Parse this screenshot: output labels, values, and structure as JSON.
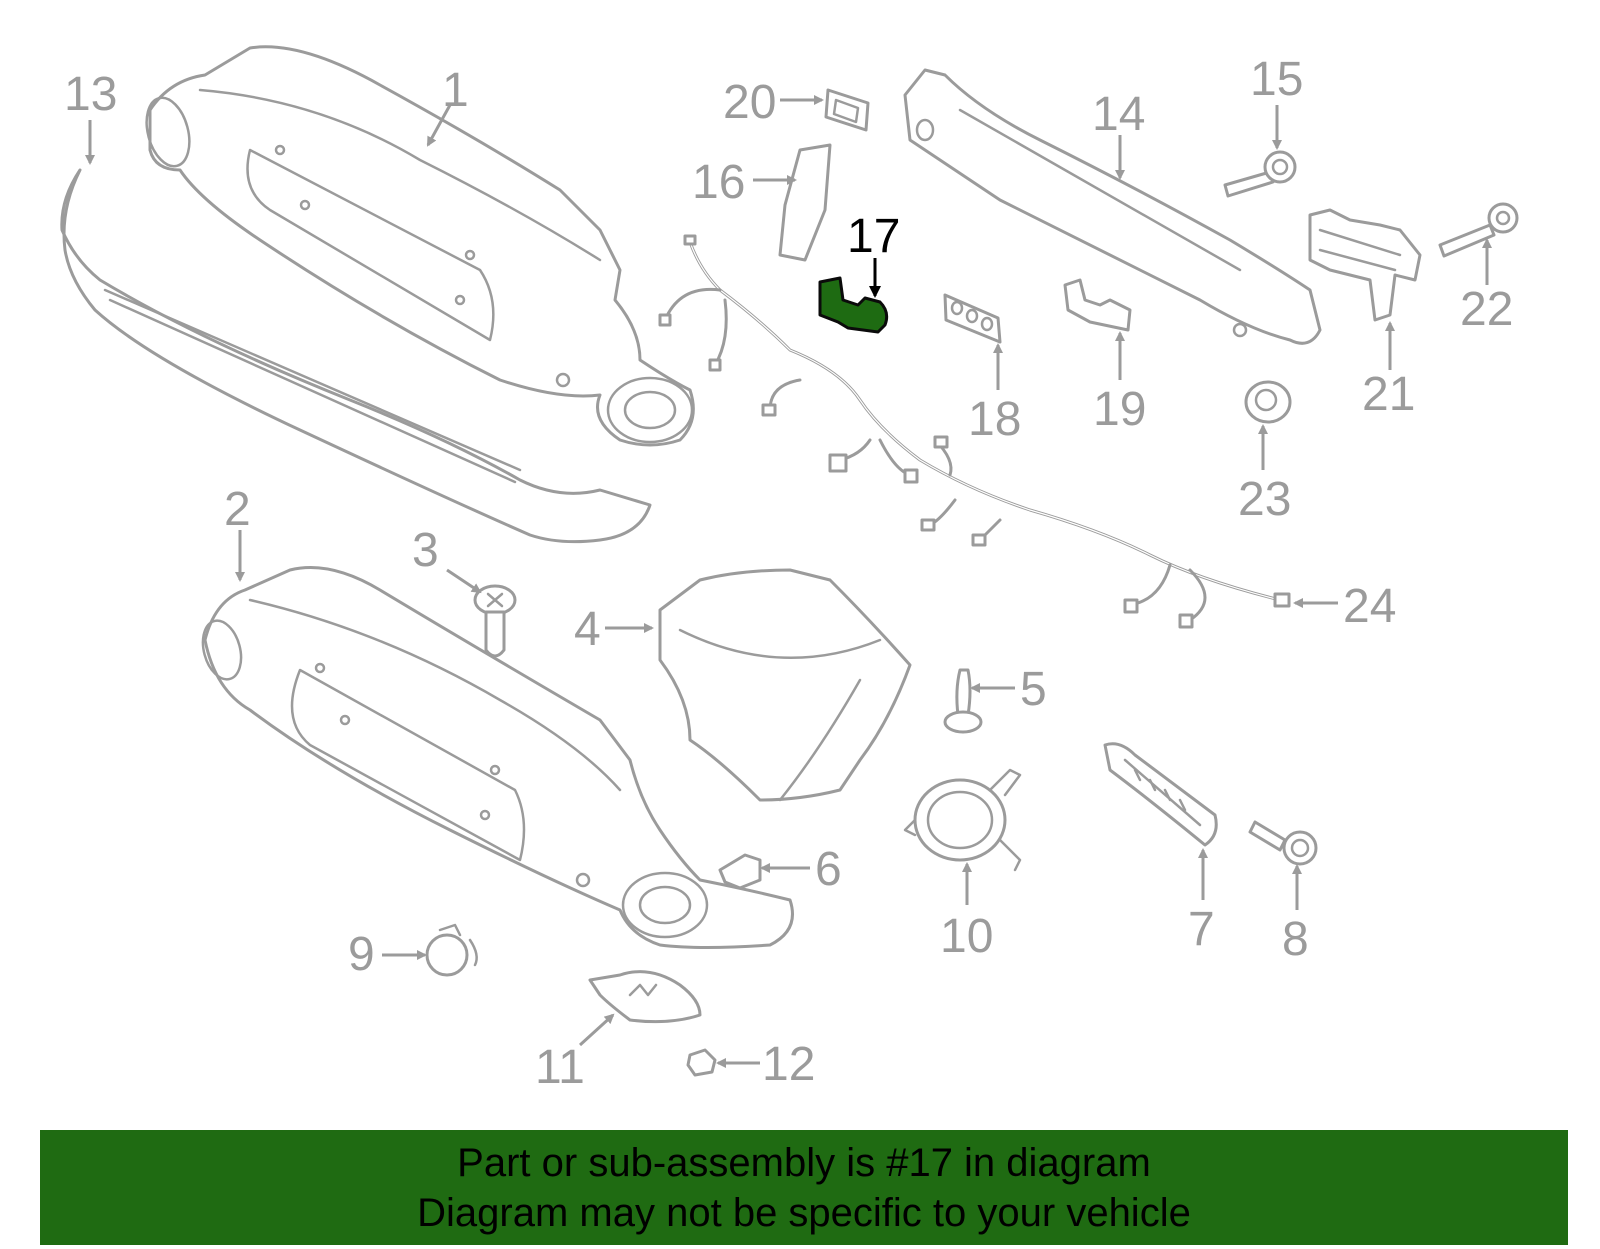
{
  "diagram": {
    "highlighted_part": "17",
    "highlight_color": "#1f6b12",
    "line_color": "#9b9b9b",
    "callouts": [
      "1",
      "2",
      "3",
      "4",
      "5",
      "6",
      "7",
      "8",
      "9",
      "10",
      "11",
      "12",
      "13",
      "14",
      "15",
      "16",
      "17",
      "18",
      "19",
      "20",
      "21",
      "22",
      "23",
      "24"
    ]
  },
  "banner": {
    "line1": "Part or sub-assembly is #17 in diagram",
    "line2": "Diagram may not be specific to your vehicle"
  }
}
